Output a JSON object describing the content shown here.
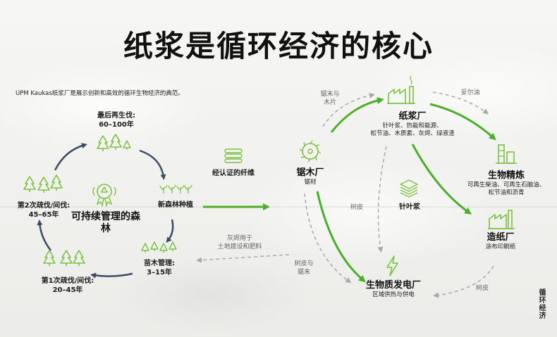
{
  "title": "纸浆是循环经济的核心",
  "subtitle": "UPM Kaukas纸浆厂是展示创新和高效的循环生物经济的典范。",
  "forest_cycle": {
    "center": "可持续管理的森林",
    "final_harvest": {
      "name": "最后再生伐:",
      "years": "60–100年"
    },
    "planting": "新森林种植",
    "seedling": {
      "name": "苗木管理:",
      "years": "3–15年"
    },
    "first_thinning": {
      "name": "第1次疏伐/间伐:",
      "years": "20–45年"
    },
    "second_thinning": {
      "name": "第2次疏伐/间伐:",
      "years": "45–65年"
    }
  },
  "middle": {
    "certified_fiber": "经认证的纤维",
    "ash_return": "灰烬用于\n土地建设和肥料"
  },
  "industry": {
    "sawmill": {
      "name": "锯木厂",
      "product": "锯材"
    },
    "pulp_mill": {
      "name": "纸浆厂",
      "products": "针叶浆、热能和能源、\n松节油、木质素、灰烬、绿液渣"
    },
    "biorefinery": {
      "name": "生物精炼",
      "products": "可再生柴油、可再生石脑油、\n松节油和沥青"
    },
    "paper_mill": {
      "name": "造纸厂",
      "products": "涂布印刷纸"
    },
    "power_plant": {
      "name": "生物质发电厂",
      "products": "区域供热与供电"
    },
    "softwood_pulp": "针叶浆",
    "sawdust_chips": "锯末与\n木片",
    "tall_oil": "妥尔油",
    "bark_left": "树皮",
    "bark_sawdust": "树皮与\n锯末",
    "bark_right": "树皮"
  },
  "side_label": "循环经济",
  "colors": {
    "green": "#4caf2a",
    "tree_green": "#7cc142",
    "navy": "#3d4a66",
    "gray_dash": "#a8a8a8"
  }
}
